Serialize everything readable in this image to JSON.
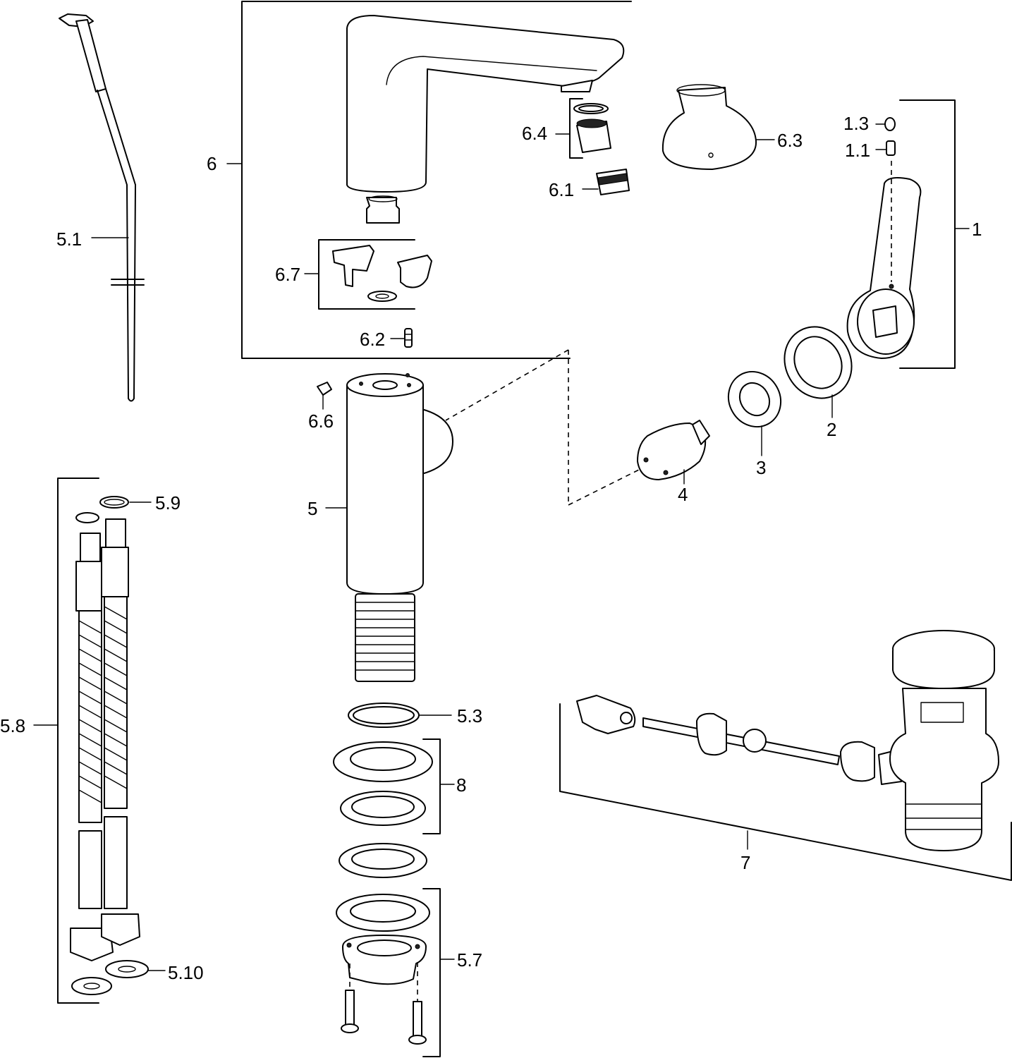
{
  "labels": {
    "l1": "1",
    "l1_1": "1.1",
    "l1_3": "1.3",
    "l2": "2",
    "l3": "3",
    "l4": "4",
    "l5": "5",
    "l5_1": "5.1",
    "l5_3": "5.3",
    "l5_7": "5.7",
    "l5_8": "5.8",
    "l5_9": "5.9",
    "l5_10": "5.10",
    "l6": "6",
    "l6_1": "6.1",
    "l6_2": "6.2",
    "l6_3": "6.3",
    "l6_4": "6.4",
    "l6_6": "6.6",
    "l6_7": "6.7",
    "l7": "7",
    "l8": "8"
  },
  "colors": {
    "line": "#000000",
    "background": "#ffffff"
  }
}
